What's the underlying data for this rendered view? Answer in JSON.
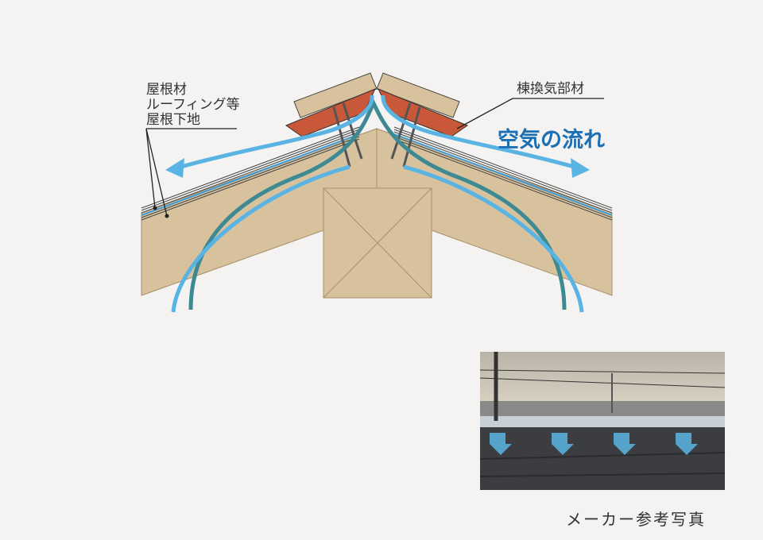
{
  "labels": {
    "left_lines": [
      "屋根材",
      "ルーフィング等",
      "屋根下地"
    ],
    "ridge_vent": "棟換気部材",
    "air_flow": "空気の流れ"
  },
  "photo_caption": "メーカー参考写真",
  "colors": {
    "background": "#f4f3f2",
    "wood": "#d8c29d",
    "vent_member": "#c9573a",
    "air_flow_outer": "#5ab4e3",
    "air_flow_inner": "#3e8a92",
    "air_flow_text": "#1c6fb4"
  }
}
